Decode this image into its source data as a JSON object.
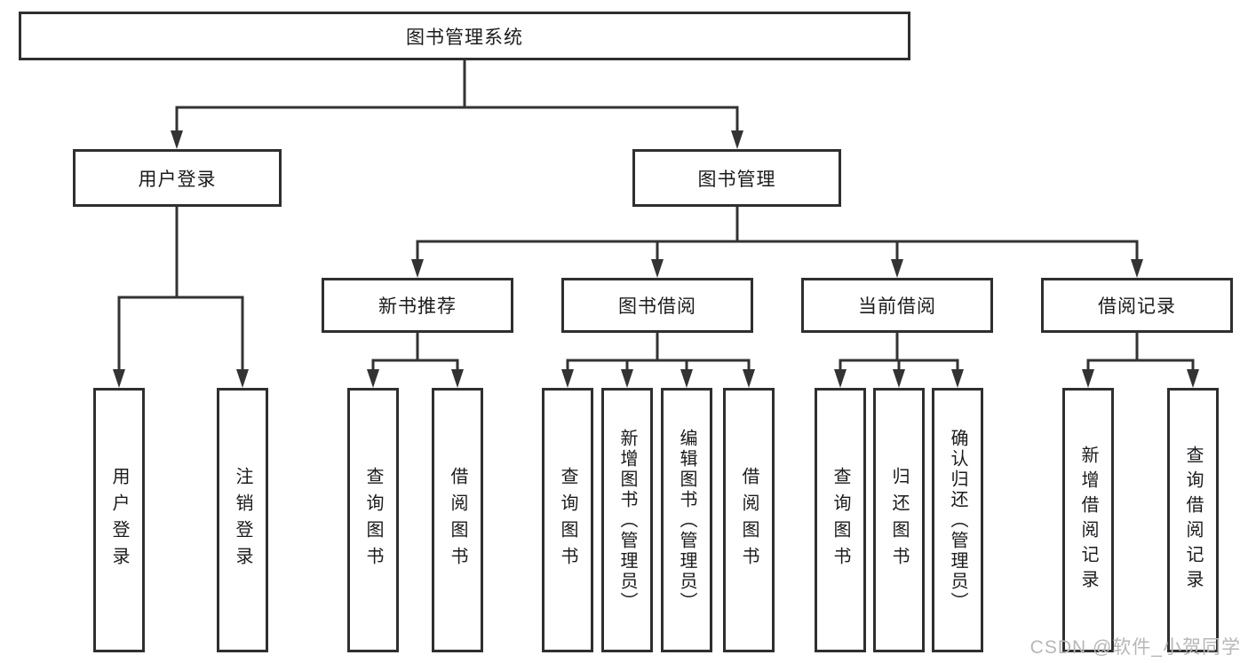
{
  "diagram": {
    "type": "tree",
    "root": {
      "label": "图书管理系统"
    },
    "level2": [
      {
        "label": "用户登录"
      },
      {
        "label": "图书管理"
      }
    ],
    "level3": [
      {
        "label": "新书推荐",
        "parent": "图书管理"
      },
      {
        "label": "图书借阅",
        "parent": "图书管理"
      },
      {
        "label": "当前借阅",
        "parent": "图书管理"
      },
      {
        "label": "借阅记录",
        "parent": "图书管理"
      }
    ],
    "leaves": [
      {
        "label": "用户登录",
        "parent": "用户登录"
      },
      {
        "label": "注销登录",
        "parent": "用户登录"
      },
      {
        "label": "查询图书",
        "parent": "新书推荐"
      },
      {
        "label": "借阅图书",
        "parent": "新书推荐"
      },
      {
        "label": "查询图书",
        "parent": "图书借阅"
      },
      {
        "label": "新增图书（管理员）",
        "parent": "图书借阅"
      },
      {
        "label": "编辑图书（管理员）",
        "parent": "图书借阅"
      },
      {
        "label": "借阅图书",
        "parent": "图书借阅"
      },
      {
        "label": "查询图书",
        "parent": "当前借阅"
      },
      {
        "label": "归还图书",
        "parent": "当前借阅"
      },
      {
        "label": "确认归还（管理员）",
        "parent": "当前借阅"
      },
      {
        "label": "新增借阅记录",
        "parent": "借阅记录"
      },
      {
        "label": "查询借阅记录",
        "parent": "借阅记录"
      }
    ]
  },
  "watermark": {
    "text": "CSDN @软件_小贺同学"
  },
  "colors": {
    "line": "#333333",
    "border": "#2f2f2f",
    "text": "#1b1b1e",
    "watermark": "#b7b7b7",
    "background": "#ffffff"
  }
}
